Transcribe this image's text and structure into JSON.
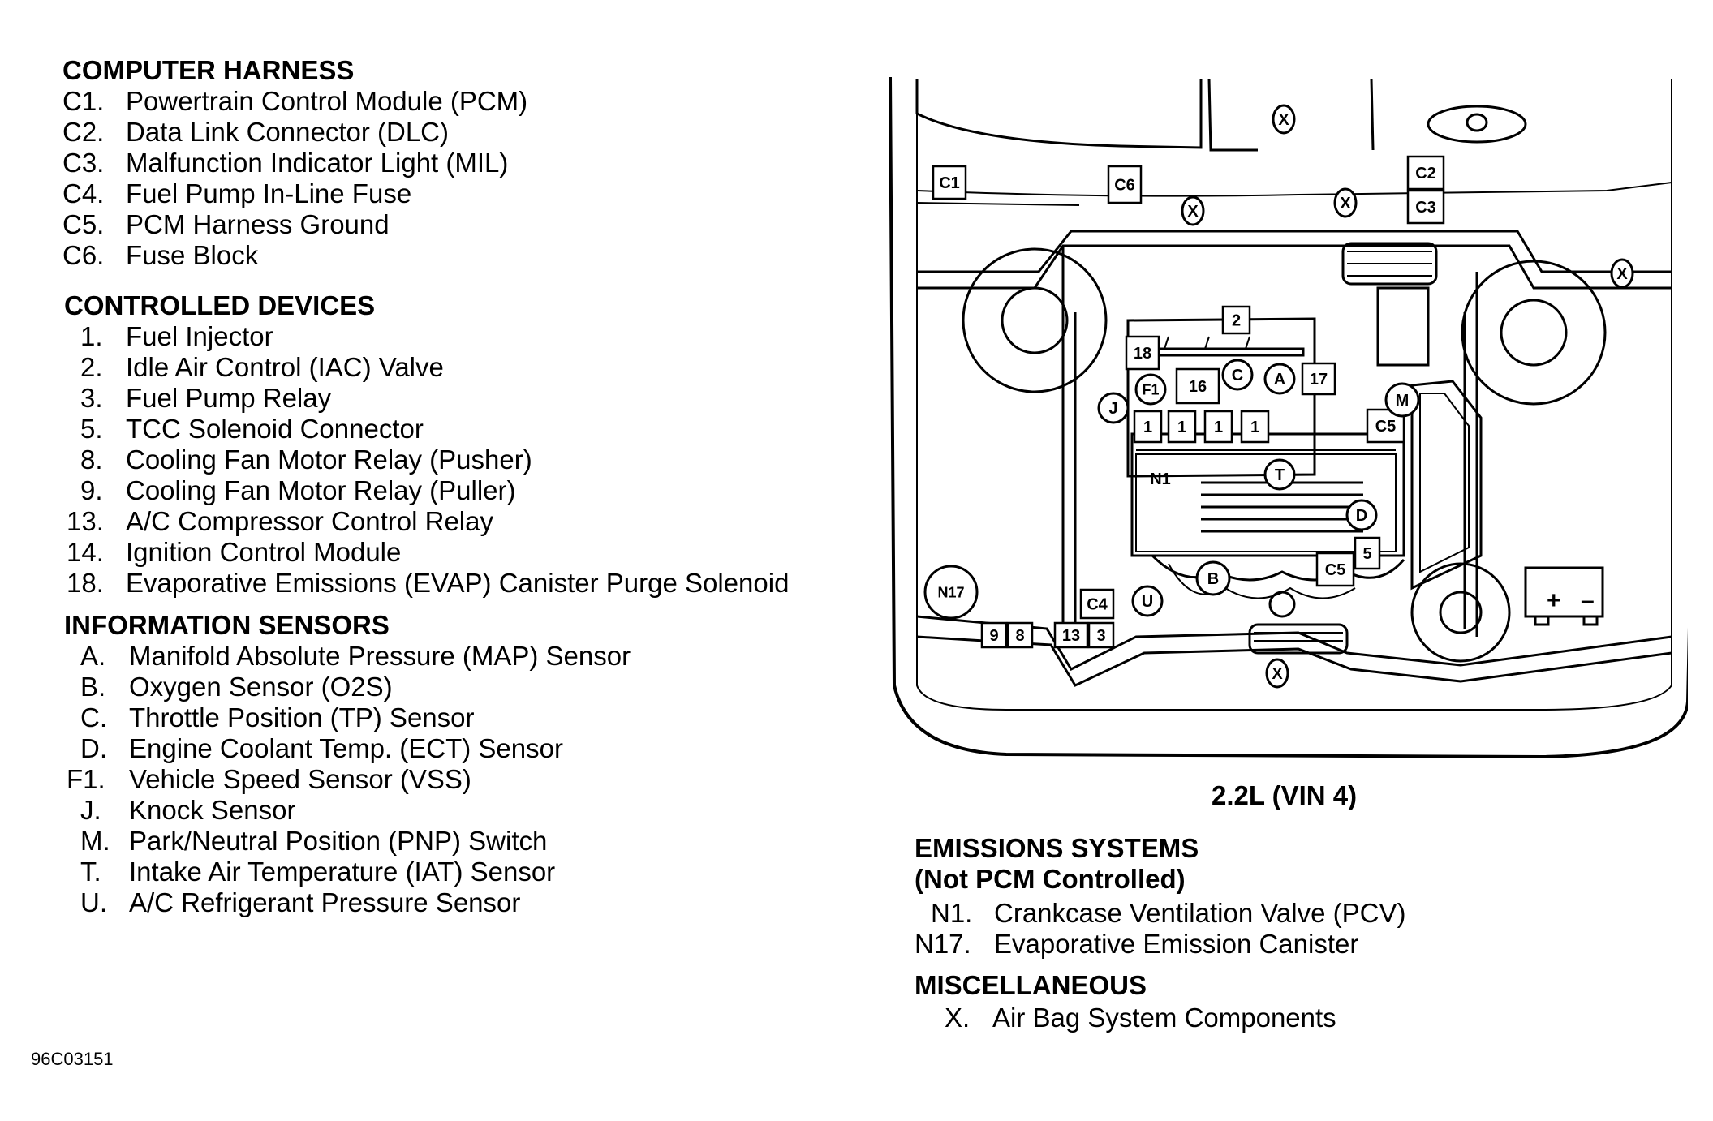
{
  "computer_harness": {
    "heading": "COMPUTER HARNESS",
    "items": [
      {
        "code": "C1.",
        "label": "Powertrain Control Module (PCM)"
      },
      {
        "code": "C2.",
        "label": "Data Link Connector (DLC)"
      },
      {
        "code": "C3.",
        "label": "Malfunction Indicator Light (MIL)"
      },
      {
        "code": "C4.",
        "label": "Fuel Pump In-Line Fuse"
      },
      {
        "code": "C5.",
        "label": "PCM Harness Ground"
      },
      {
        "code": "C6.",
        "label": "Fuse Block"
      }
    ]
  },
  "controlled_devices": {
    "heading": "CONTROLLED DEVICES",
    "items": [
      {
        "code": "1.",
        "label": "Fuel Injector"
      },
      {
        "code": "2.",
        "label": "Idle Air Control (IAC) Valve"
      },
      {
        "code": "3.",
        "label": "Fuel Pump Relay"
      },
      {
        "code": "5.",
        "label": "TCC Solenoid Connector"
      },
      {
        "code": "8.",
        "label": "Cooling Fan Motor Relay (Pusher)"
      },
      {
        "code": "9.",
        "label": "Cooling Fan Motor Relay (Puller)"
      },
      {
        "code": "13.",
        "label": "A/C Compressor Control Relay"
      },
      {
        "code": "14.",
        "label": "Ignition Control Module"
      },
      {
        "code": "18.",
        "label": "Evaporative Emissions (EVAP) Canister Purge Solenoid"
      }
    ]
  },
  "information_sensors": {
    "heading": "INFORMATION SENSORS",
    "items": [
      {
        "code": "A.",
        "label": "Manifold Absolute Pressure (MAP) Sensor"
      },
      {
        "code": "B.",
        "label": "Oxygen Sensor (O2S)"
      },
      {
        "code": "C.",
        "label": "Throttle Position (TP) Sensor"
      },
      {
        "code": "D.",
        "label": "Engine Coolant Temp. (ECT) Sensor"
      },
      {
        "code": "F1.",
        "label": "Vehicle Speed Sensor (VSS)"
      },
      {
        "code": "J.",
        "label": "Knock Sensor"
      },
      {
        "code": "M.",
        "label": "Park/Neutral Position (PNP) Switch"
      },
      {
        "code": "T.",
        "label": "Intake Air Temperature (IAT) Sensor"
      },
      {
        "code": "U.",
        "label": "A/C Refrigerant Pressure Sensor"
      }
    ]
  },
  "emissions_systems": {
    "heading_line1": "EMISSIONS SYSTEMS",
    "heading_line2": "(Not PCM Controlled)",
    "items": [
      {
        "code": "N1.",
        "label": "Crankcase Ventilation Valve (PCV)"
      },
      {
        "code": "N17.",
        "label": "Evaporative Emission Canister"
      }
    ]
  },
  "miscellaneous": {
    "heading": "MISCELLANEOUS",
    "items": [
      {
        "code": "X.",
        "label": "Air Bag System Components"
      }
    ]
  },
  "diagram": {
    "caption": "2.2L (VIN 4)",
    "callouts": {
      "c1": "C1",
      "c6": "C6",
      "c2": "C2",
      "c3": "C3",
      "c5a": "C5",
      "c5b": "C5",
      "c4": "C4",
      "n1": "N1",
      "n17": "N17",
      "n18": "18",
      "n16": "16",
      "n17b": "17",
      "n2": "2",
      "n5": "5",
      "n9": "9",
      "n8": "8",
      "n13": "13",
      "n3": "3",
      "inj1": "1",
      "inj2": "1",
      "inj3": "1",
      "inj4": "1",
      "x1": "X",
      "x2": "X",
      "x3": "X",
      "x4": "X",
      "x5": "X",
      "f1": "F1",
      "a": "A",
      "c": "C",
      "j": "J",
      "t": "T",
      "m": "M",
      "d": "D",
      "b": "B",
      "u": "U",
      "batt_plus": "+",
      "batt_minus": "–"
    }
  },
  "figure_id": "96C03151"
}
